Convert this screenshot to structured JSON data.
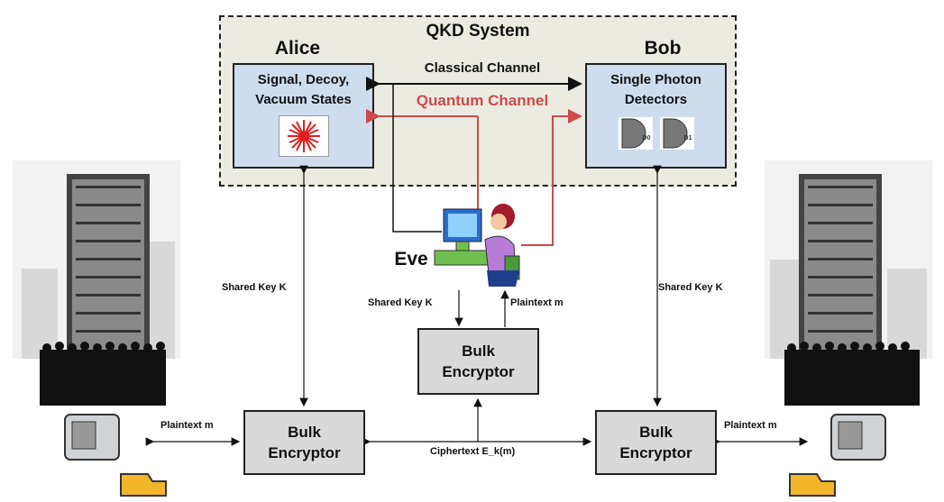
{
  "qkd": {
    "title": "QKD System"
  },
  "alice": {
    "name": "Alice",
    "line1": "Signal, Decoy,",
    "line2": "Vacuum States"
  },
  "bob": {
    "name": "Bob",
    "line1": "Single Photon",
    "line2": "Detectors",
    "det1": "D0",
    "det2": "D1"
  },
  "channels": {
    "classical": "Classical Channel",
    "quantum": "Quantum Channel"
  },
  "eve": {
    "name": "Eve"
  },
  "encryptors": {
    "line1": "Bulk",
    "line2": "Encryptor"
  },
  "labels": {
    "shared_key_left": "Shared Key K",
    "shared_key_eve": "Shared Key K",
    "plaintext_eve": "Plaintext m",
    "shared_key_right": "Shared Key K",
    "plaintext_left": "Plaintext m",
    "plaintext_right": "Plaintext m",
    "ciphertext": "Ciphertext E_k(m)"
  },
  "colors": {
    "quantum": "#cc4b4b",
    "box_blue": "#cfdcee",
    "box_grey": "#d9d9d9",
    "qkd_bg": "#ecebe2"
  }
}
